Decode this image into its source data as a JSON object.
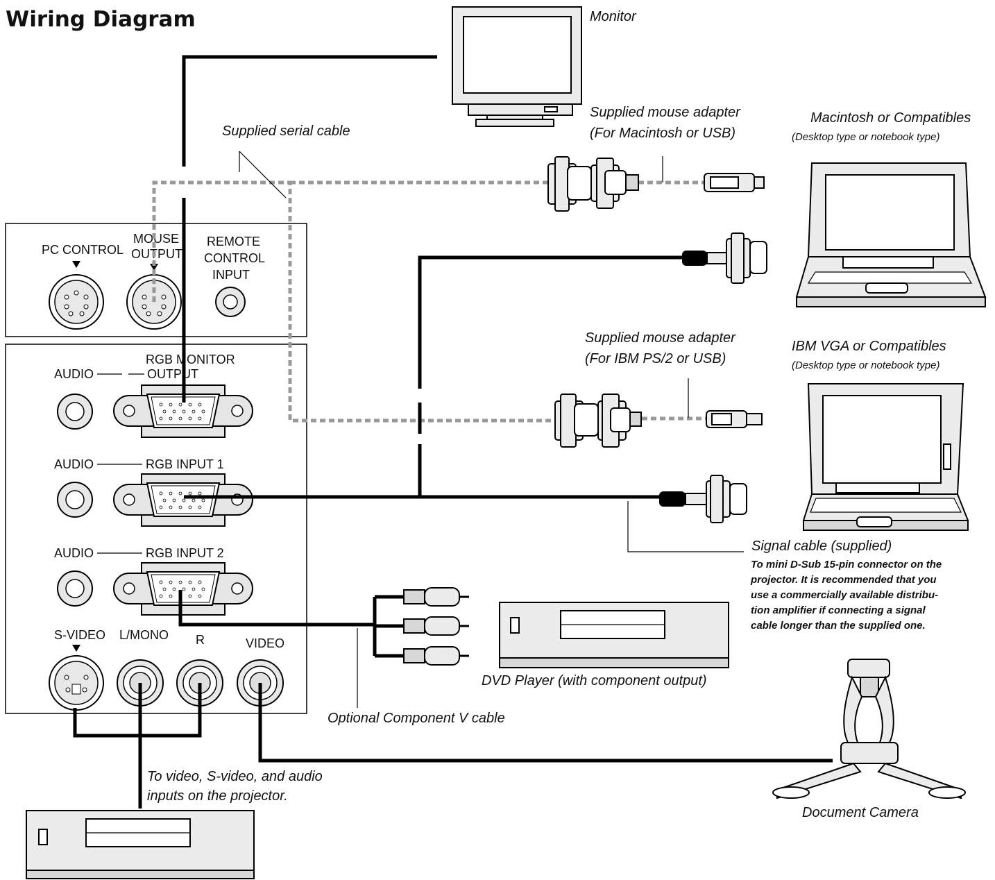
{
  "title": "Wiring Diagram",
  "panel_top": {
    "pc_control": "PC  CONTROL",
    "mouse_output": [
      "MOUSE",
      "OUTPUT"
    ],
    "remote_control_input": [
      "REMOTE",
      "CONTROL",
      "INPUT"
    ]
  },
  "panel_bottom": {
    "audio": "AUDIO",
    "rgb_monitor_output": [
      "RGB MONITOR",
      "OUTPUT"
    ],
    "rgb_input_1": "RGB INPUT 1",
    "rgb_input_2": "RGB INPUT 2",
    "s_video": "S-VIDEO",
    "l_mono": "L/MONO",
    "r": "R",
    "video": "VIDEO"
  },
  "captions": {
    "monitor": "Monitor",
    "supplied_serial_cable": "Supplied serial cable",
    "mouse_adapter_mac": [
      "Supplied mouse adapter",
      "(For Macintosh or USB)"
    ],
    "macintosh": "Macintosh or Compatibles",
    "macintosh_sub": "(Desktop type or notebook type)",
    "mouse_adapter_ibm": [
      "Supplied mouse adapter",
      "(For IBM PS/2 or USB)"
    ],
    "ibm": "IBM VGA or Compatibles",
    "ibm_sub": "(Desktop type or notebook type)",
    "signal_cable": "Signal cable (supplied)",
    "signal_note": [
      "To mini D-Sub 15-pin connector on the",
      "projector. It is recommended that you",
      "use a commercially available distribu-",
      "tion amplifier if connecting a signal",
      "cable longer than the supplied one."
    ],
    "dvd_player": "DVD Player (with component output)",
    "component_cable": "Optional Component V cable",
    "document_camera": "Document Camera",
    "video_inputs": [
      "To video, S-video, and audio",
      "inputs on the projector."
    ]
  },
  "colors": {
    "line": "#000000",
    "dashed_cable": "#999999",
    "device_fill": "#ececec"
  }
}
